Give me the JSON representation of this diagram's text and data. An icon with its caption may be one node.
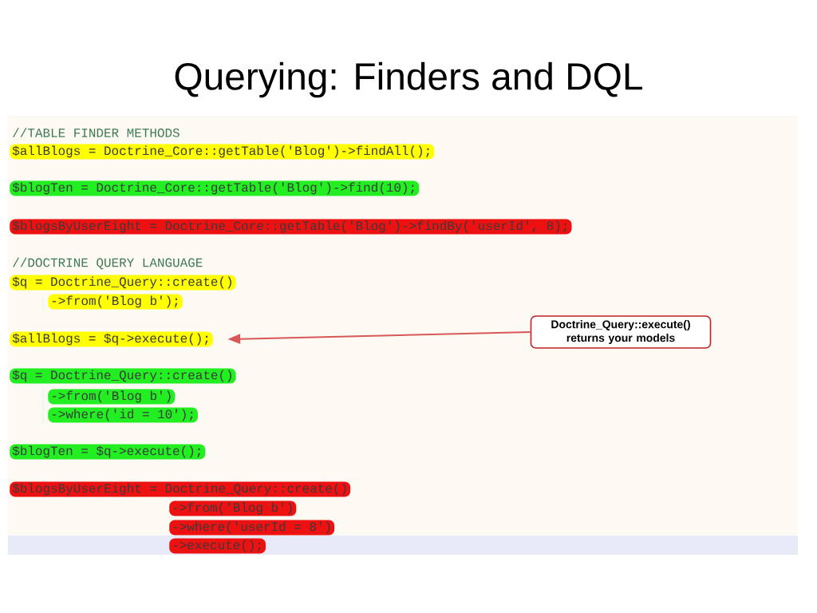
{
  "diagram": {
    "title": "Querying: Finders and DQL",
    "nodes": [
      {
        "text": [
          "$allBlogs = Doctrine_Core::getTable('Blog')->findAll();"
        ]
      },
      {
        "text": [
          "$blogTen = Doctrine_Core::getTable('Blog')->find(10);"
        ]
      },
      {
        "text": [
          "$blogsByUserEight = Doctrine_Core::getTable('Blog')->findBy('userId', 8);"
        ]
      },
      {
        "text": [
          "$q = Doctrine_Query::create()"
        ]
      },
      {
        "text": [
          "->from('Blog b');"
        ]
      },
      {
        "text": [
          "$allBlogs = $q->execute();"
        ]
      },
      {
        "text": [
          "Doctrine_Query::execute() returns your models"
        ]
      },
      {
        "text": [
          "$q = Doctrine_Query::create()"
        ]
      },
      {
        "text": [
          "->from('Blog b')"
        ]
      },
      {
        "text": [
          "->where('id = 10');"
        ]
      },
      {
        "text": [
          "$blogTen = $q->execute();"
        ]
      },
      {
        "text": [
          "$blogsByUserEight = Doctrine_Query::create()"
        ]
      },
      {
        "text": [
          "->from('Blog b')"
        ]
      },
      {
        "text": [
          "->where('userId = 8')"
        ]
      },
      {
        "text": [
          "->execute();"
        ]
      }
    ],
    "edges": [
      {
        "from": 6,
        "to": 5,
        "arrow": "to"
      }
    ],
    "labels": [
      "//TABLE FINDER METHODS",
      "//DOCTRINE QUERY LANGUAGE"
    ]
  }
}
